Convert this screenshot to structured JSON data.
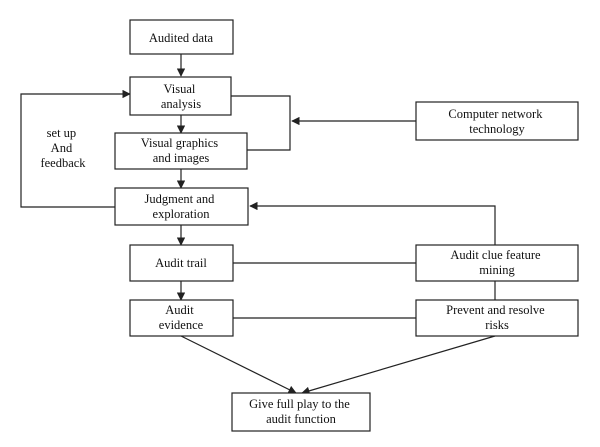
{
  "nodes": {
    "audited_data": [
      "Audited data"
    ],
    "visual_analysis": [
      "Visual",
      "analysis"
    ],
    "visual_graphics": [
      "Visual graphics",
      "and images"
    ],
    "computer_network": [
      "Computer network",
      "technology"
    ],
    "judgment": [
      "Judgment and",
      "exploration"
    ],
    "audit_trail": [
      "Audit trail"
    ],
    "clue_mining": [
      "Audit clue feature",
      "mining"
    ],
    "audit_evidence": [
      "Audit",
      "evidence"
    ],
    "prevent_risks": [
      "Prevent and resolve",
      "risks"
    ],
    "give_full_play": [
      "Give full play to the",
      "audit function"
    ]
  },
  "feedback_label": [
    "set up",
    "And",
    "feedback"
  ]
}
